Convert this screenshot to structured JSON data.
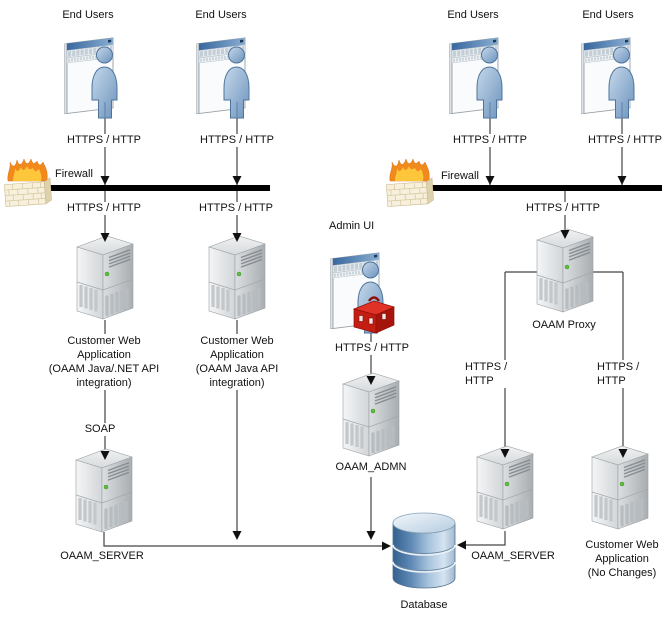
{
  "diagram": {
    "labels": {
      "end_users": "End Users",
      "https_http": "HTTPS / HTTP",
      "https_part1": "HTTPS /",
      "https_part2": "HTTP",
      "firewall": "Firewall",
      "admin_ui": "Admin UI",
      "soap": "SOAP",
      "oaam_server": "OAAM_SERVER",
      "oaam_admn": "OAAM_ADMN",
      "oaam_proxy": "OAAM Proxy",
      "database": "Database",
      "cwa_dotnet": {
        "l1": "Customer Web",
        "l2": "Application",
        "l3": "(OAAM Java/.NET API",
        "l4": "integration)"
      },
      "cwa_java": {
        "l1": "Customer Web",
        "l2": "Application",
        "l3": "(OAAM Java API",
        "l4": "integration)"
      },
      "cwa_nochanges": {
        "l1": "Customer Web",
        "l2": "Application",
        "l3": "(No Changes)"
      }
    },
    "colors": {
      "connector_line": "#444444",
      "firewall_bar": "#000000",
      "text": "#111111",
      "server_gray": "#c9cdd0",
      "person_blue": "#7da3c9",
      "browser_titlebar_blue": "#38689f",
      "database_blue": "#34618f",
      "toolbox_red": "#cc1f14",
      "flame_orange": "#f2891c",
      "flame_yellow": "#fdc63b",
      "brick_beige": "#f7f0dd",
      "led_green": "#5ec23d"
    }
  }
}
